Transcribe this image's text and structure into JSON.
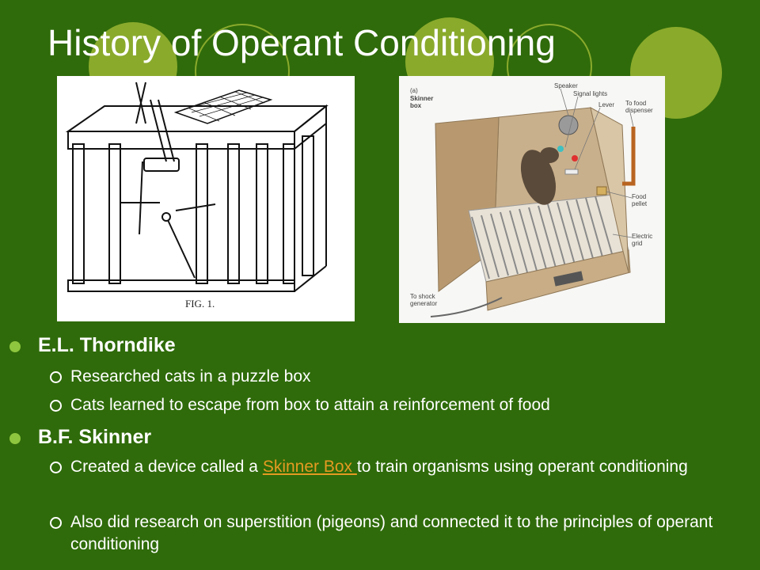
{
  "slide": {
    "title": "History of Operant Conditioning"
  },
  "figure_left": {
    "caption": "FIG. 1."
  },
  "figure_right": {
    "panel_label": "(a)",
    "panel_title": "Skinner box",
    "labels": {
      "speaker": "Speaker",
      "signal_lights": "Signal lights",
      "lever": "Lever",
      "food_dispenser": "To food dispenser",
      "food_pellet": "Food pellet",
      "electric_grid": "Electric grid",
      "shock_generator": "To shock generator"
    }
  },
  "bullets": [
    {
      "heading": "E.L. Thorndike",
      "items": [
        {
          "text": "Researched cats in a puzzle box"
        },
        {
          "text": "Cats learned to escape from box to attain a reinforcement of food"
        }
      ]
    },
    {
      "heading": "B.F. Skinner",
      "items": [
        {
          "before": "Created a device called a ",
          "link": "Skinner Box ",
          "after": "to train organisms using operant conditioning"
        },
        {
          "text": "Also did research on superstition (pigeons) and connected it to the principles of operant conditioning"
        }
      ]
    }
  ],
  "colors": {
    "background": "#2f6b0a",
    "accent_circle": "#8aaa2c",
    "bullet": "#8ec63f",
    "link": "#e49a22"
  }
}
